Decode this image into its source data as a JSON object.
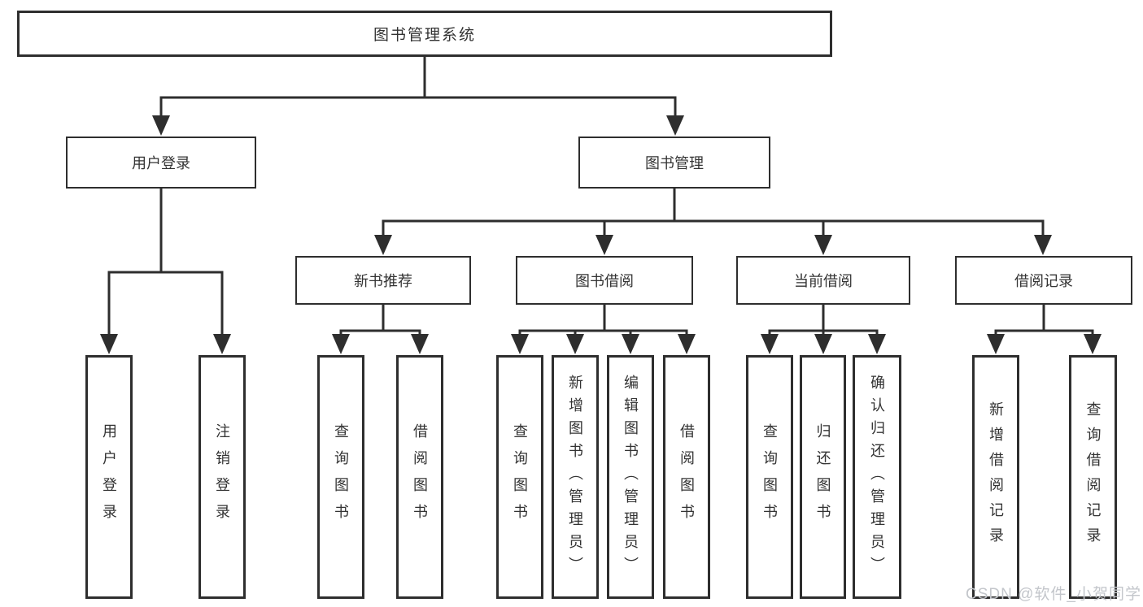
{
  "tree": {
    "root": {
      "label": "图书管理系统",
      "children": [
        {
          "label": "用户登录",
          "children": [
            {
              "label": "用户登录"
            },
            {
              "label": "注销登录"
            }
          ]
        },
        {
          "label": "图书管理",
          "children": [
            {
              "label": "新书推荐",
              "children": [
                {
                  "label": "查询图书"
                },
                {
                  "label": "借阅图书"
                }
              ]
            },
            {
              "label": "图书借阅",
              "children": [
                {
                  "label": "查询图书"
                },
                {
                  "label": "新增图书（管理员）"
                },
                {
                  "label": "编辑图书（管理员）"
                },
                {
                  "label": "借阅图书"
                }
              ]
            },
            {
              "label": "当前借阅",
              "children": [
                {
                  "label": "查询图书"
                },
                {
                  "label": "归还图书"
                },
                {
                  "label": "确认归还（管理员）"
                }
              ]
            },
            {
              "label": "借阅记录",
              "children": [
                {
                  "label": "新增借阅记录"
                },
                {
                  "label": "查询借阅记录"
                }
              ]
            }
          ]
        }
      ]
    }
  },
  "watermark": {
    "text": "CSDN @软件_小贺同学"
  },
  "colors": {
    "line": "#2e2e2e",
    "box_fill": "#ffffff",
    "text": "#333333",
    "watermark": "#c3c6cb"
  }
}
